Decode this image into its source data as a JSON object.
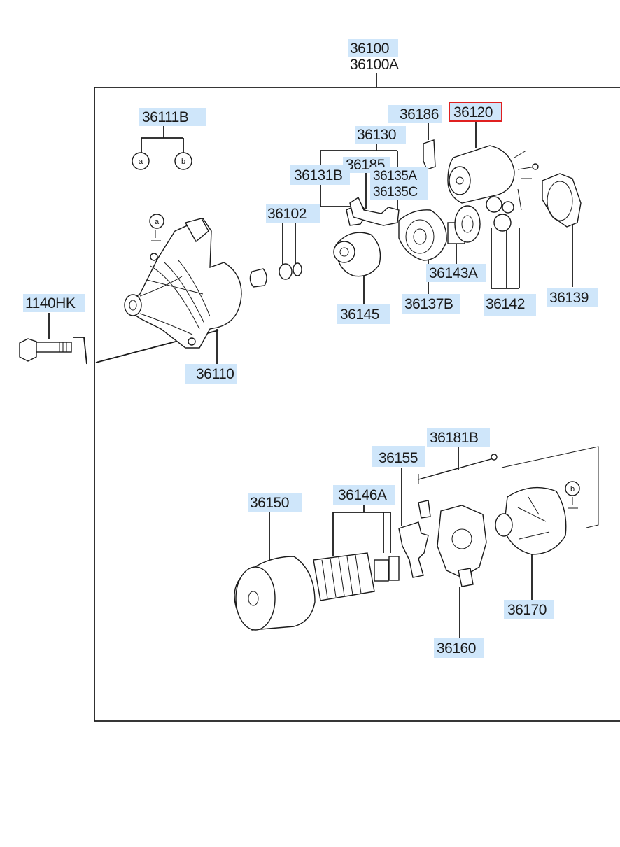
{
  "parts": {
    "p36100": "36100",
    "p36100A": "36100A",
    "p36111B": "36111B",
    "p36186": "36186",
    "p36120": "36120",
    "p36130": "36130",
    "p36185": "36185",
    "p36131B": "36131B",
    "p36135A": "36135A",
    "p36135C": "36135C",
    "p36102": "36102",
    "p1140HK": "1140HK",
    "p36145": "36145",
    "p36143A": "36143A",
    "p36137B": "36137B",
    "p36142": "36142",
    "p36139": "36139",
    "p36110": "36110",
    "p36181B": "36181B",
    "p36155": "36155",
    "p36146A": "36146A",
    "p36150": "36150",
    "p36160": "36160",
    "p36170": "36170"
  },
  "callouts": {
    "a": "a",
    "b": "b"
  },
  "highlight": {
    "selected_part": "36120",
    "color": "#e02020"
  },
  "colors": {
    "label_bg": "#cfe6fa",
    "line": "#1a1a1a"
  }
}
